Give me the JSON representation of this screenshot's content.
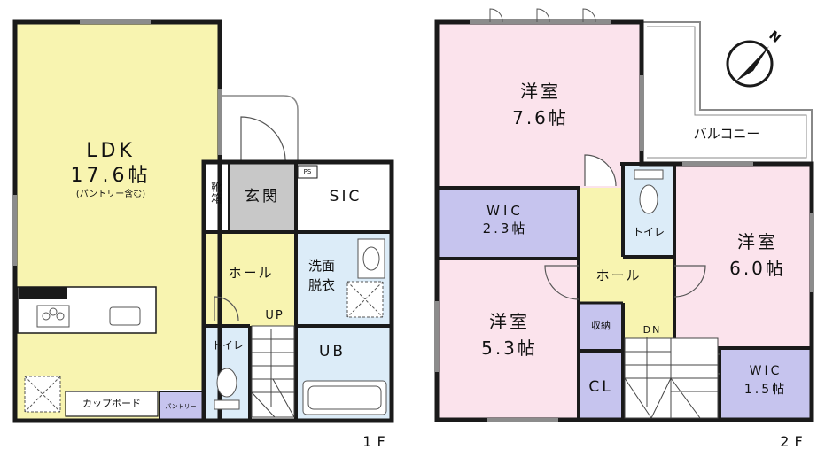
{
  "floor1": {
    "name": "1F",
    "rooms": {
      "ldk_name": "LDK",
      "ldk_size": "17.6帖",
      "ldk_note": "(パントリー含む)",
      "genkan": "玄関",
      "shoebox": "靴箱",
      "sic": "SIC",
      "ps": "PS",
      "hall": "ホール",
      "up": "UP",
      "washroom_line1": "洗面",
      "washroom_line2": "脱衣",
      "toilet": "トイレ",
      "ub": "UB",
      "cupboard": "カップボード",
      "pantry": "パントリー"
    }
  },
  "floor2": {
    "name": "2F",
    "rooms": {
      "room1_name": "洋室",
      "room1_size": "7.6帖",
      "balcony": "バルコニー",
      "wic1_name": "WIC",
      "wic1_size": "2.3帖",
      "toilet": "トイレ",
      "room2_name": "洋室",
      "room2_size": "6.0帖",
      "hall": "ホール",
      "room3_name": "洋室",
      "room3_size": "5.3帖",
      "storage": "収納",
      "dn": "DN",
      "cl": "CL",
      "wic2_name": "WIC",
      "wic2_size": "1.5帖"
    }
  },
  "compass": {
    "label": "N"
  },
  "colors": {
    "ldk": "#f8f4b0",
    "genkan": "#c8c8c8",
    "wet": "#dcecf8",
    "bedroom": "#fbe3ec",
    "closet": "#c6c4ee",
    "wall": "#1a1a1a"
  }
}
